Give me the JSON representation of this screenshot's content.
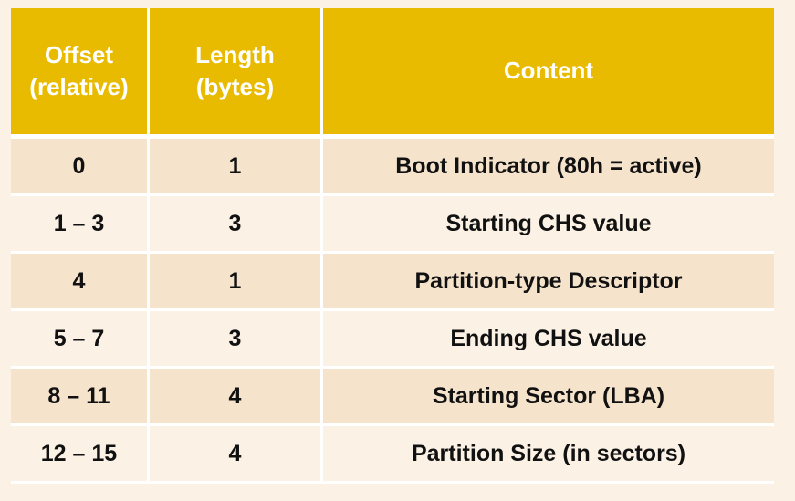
{
  "table": {
    "headers": [
      "Offset\n(relative)",
      "Length\n(bytes)",
      "Content"
    ],
    "rows": [
      [
        "0",
        "1",
        "Boot Indicator (80h = active)"
      ],
      [
        "1 – 3",
        "3",
        "Starting CHS value"
      ],
      [
        "4",
        "1",
        "Partition-type Descriptor"
      ],
      [
        "5 – 7",
        "3",
        "Ending CHS value"
      ],
      [
        "8 – 11",
        "4",
        "Starting Sector (LBA)"
      ],
      [
        "12 – 15",
        "4",
        "Partition Size (in sectors)"
      ]
    ]
  },
  "colors": {
    "header_bg": "#e8bb00",
    "header_text": "#ffffff",
    "row_dark": "#f5e3cc",
    "row_light": "#fbf1e4",
    "page_bg": "#fbf1e4"
  }
}
